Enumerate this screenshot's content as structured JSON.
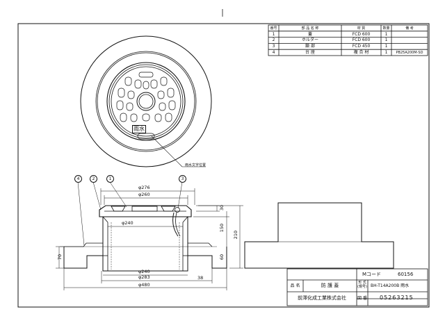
{
  "parts_table": {
    "headers": [
      "番号",
      "部 品 名 称",
      "材 質",
      "数量",
      "備 考"
    ],
    "rows": [
      {
        "no": "1",
        "name": "蓋",
        "material": "FCD 600",
        "qty": "1",
        "note": ""
      },
      {
        "no": "2",
        "name": "ホルダー",
        "material": "FCD 600",
        "qty": "1",
        "note": ""
      },
      {
        "no": "3",
        "name": "鎖 部",
        "material": "FCD 450",
        "qty": "1",
        "note": ""
      },
      {
        "no": "4",
        "name": "台 座",
        "material": "複 合 材",
        "qty": "1",
        "note": "PB25A200M-SD"
      }
    ]
  },
  "plan_view": {
    "stamp_text": "雨水",
    "stamp_label": "雨水文字位置"
  },
  "callouts": [
    "1",
    "2",
    "3",
    "4"
  ],
  "dimensions": {
    "d276": "φ276",
    "d260": "φ260",
    "d240_top": "φ240",
    "d240_bottom": "φ240",
    "d283": "φ283",
    "d480": "φ480",
    "h30": "30",
    "h150": "150",
    "h210": "210",
    "h60": "60",
    "h70": "70",
    "w38": "38"
  },
  "title_block": {
    "maker_code_label": "Mコード",
    "maker_code": "60156",
    "name_label": "品 名",
    "name": "防 護 蓋",
    "model_label": "形 式\n(規号)",
    "model": "BH-T14A200B 雨水",
    "company": "前澤化成工業株式会社",
    "drawing_no_label": "図 番",
    "drawing_no": "05263215"
  },
  "colors": {
    "line": "#111111",
    "paper": "#ffffff"
  }
}
